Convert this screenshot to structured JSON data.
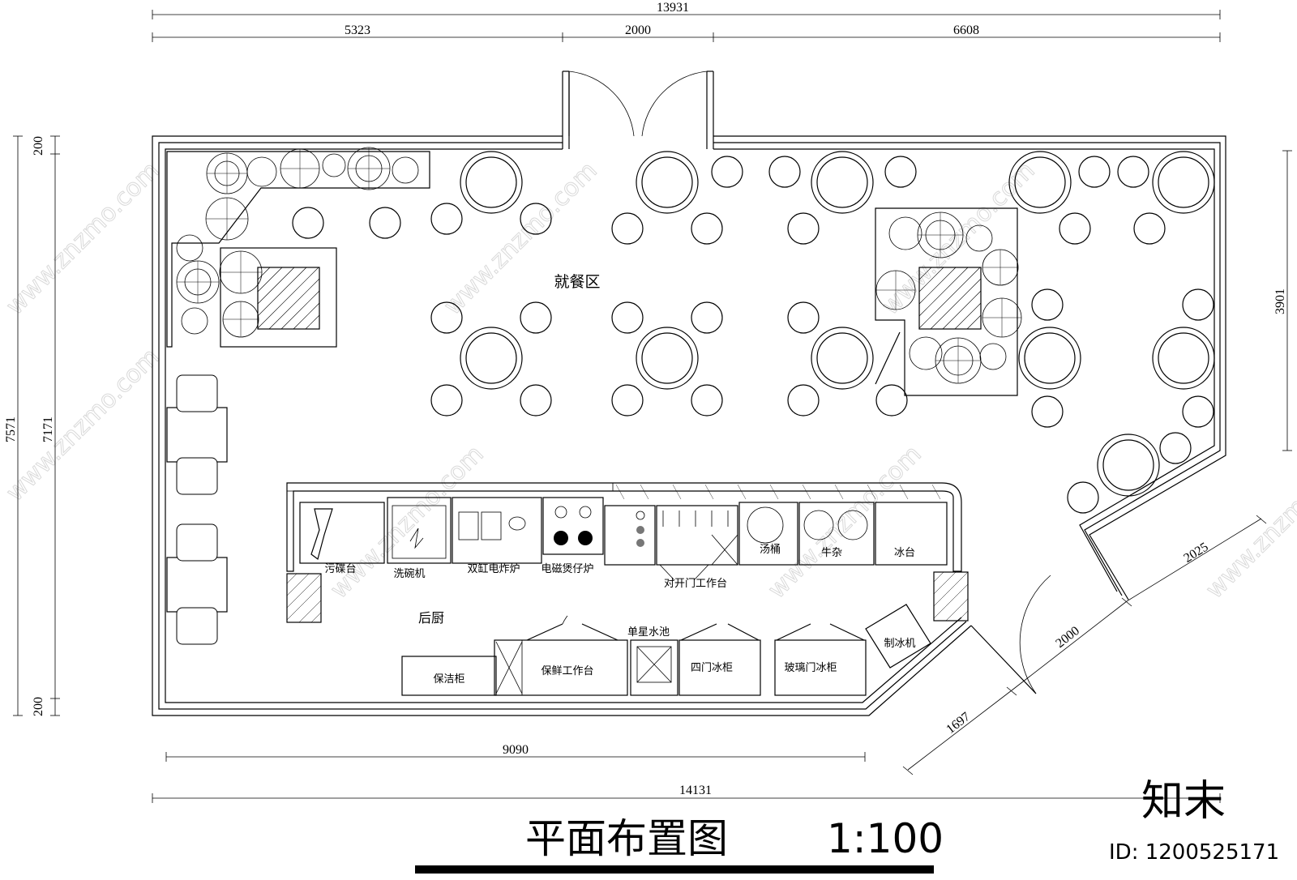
{
  "dimensions": {
    "top_total": "13931",
    "top_seg1": "5323",
    "top_seg2": "2000",
    "top_seg3": "6608",
    "left_total": "7571",
    "left_inner": "7171",
    "left_top": "200",
    "left_bottom": "200",
    "right": "3901",
    "bottom_inner": "9090",
    "bottom_total": "14131",
    "diag1": "2025",
    "diag2": "2000",
    "diag3": "1697"
  },
  "zones": {
    "dining": "就餐区",
    "kitchen": "后厨"
  },
  "equipment": {
    "dish_table": "污碟台",
    "dishwasher": "洗碗机",
    "fryer": "双缸电炸炉",
    "induction": "电磁煲仔炉",
    "double_door_bench": "对开门工作台",
    "soup_bucket": "汤桶",
    "beef_offal": "牛杂",
    "ice_table": "冰台",
    "ice_maker": "制冰机",
    "cleaning_cabinet": "保洁柜",
    "fresh_bench": "保鲜工作台",
    "single_sink": "单星水池",
    "four_door_fridge": "四门冰柜",
    "glass_door_fridge": "玻璃门冰柜"
  },
  "title": "平面布置图",
  "scale": "1:100",
  "watermark": {
    "text": "www.znzmo.com",
    "brand": "知末",
    "id": "ID: 1200525171"
  }
}
